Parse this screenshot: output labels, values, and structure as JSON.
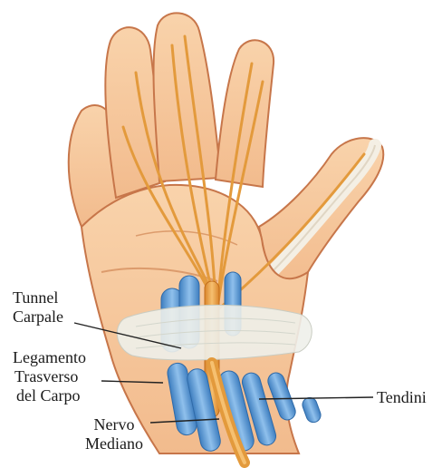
{
  "labels": {
    "tunnel_carpale": {
      "line1": "Tunnel",
      "line2": "Carpale"
    },
    "legamento": {
      "line1": "Legamento",
      "line2": "Trasverso",
      "line3": "del Carpo"
    },
    "nervo_mediano": {
      "line1": "Nervo",
      "line2": "Mediano"
    },
    "tendini": {
      "text": "Tendini"
    }
  },
  "colors": {
    "skin": "#f6c79a",
    "skin_shadow": "#e8a774",
    "skin_outline": "#c7764a",
    "nerve": "#e39a3c",
    "tendon_blue": "#5f9fd8",
    "tendon_blue_light": "#a9cdef",
    "ligament": "#eef0ea",
    "leader": "#222222"
  }
}
